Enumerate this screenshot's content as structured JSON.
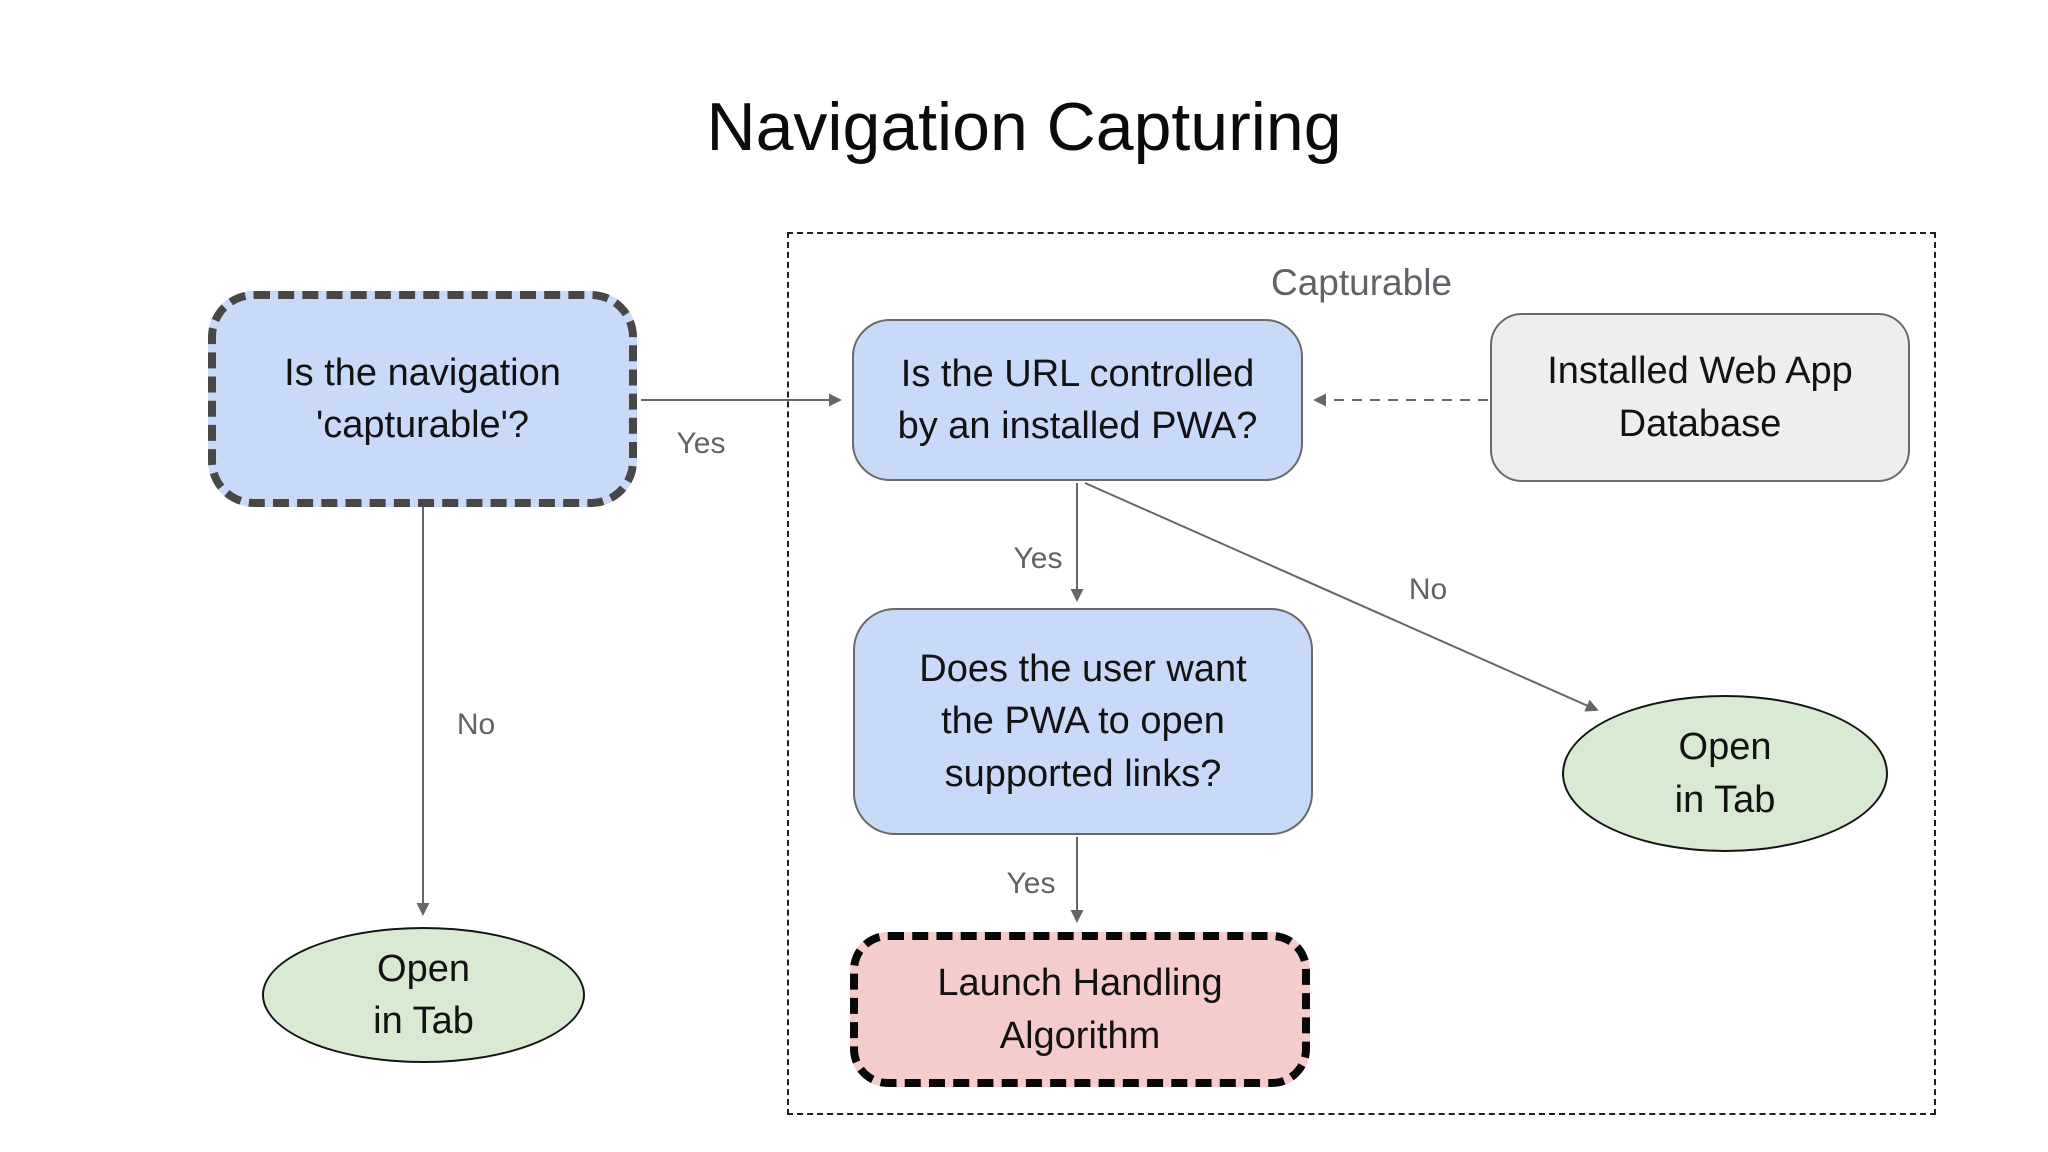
{
  "title": "Navigation Capturing",
  "group": {
    "label": "Capturable"
  },
  "nodes": {
    "navCapturable": {
      "text": "Is the navigation\n'capturable'?"
    },
    "urlControlled": {
      "text": "Is the URL controlled\nby an installed PWA?"
    },
    "installedDb": {
      "text": "Installed Web App\nDatabase"
    },
    "userWant": {
      "text": "Does the user want\nthe PWA to open\nsupported links?"
    },
    "launchHandling": {
      "text": "Launch Handling\nAlgorithm"
    },
    "openInTabRight": {
      "text": "Open\nin Tab"
    },
    "openInTabLeft": {
      "text": "Open\nin Tab"
    }
  },
  "edges": {
    "capturableYes": {
      "label": "Yes"
    },
    "capturableNo": {
      "label": "No"
    },
    "pwaYes": {
      "label": "Yes"
    },
    "pwaNo": {
      "label": "No"
    },
    "linksYes": {
      "label": "Yes"
    }
  },
  "colors": {
    "blue_fill": "#c9daf8",
    "green_fill": "#d9ead3",
    "red_fill": "#f4cccc",
    "gray_fill": "#eeeeee",
    "arrow_gray": "#666666",
    "label_gray": "#5f6368",
    "dash_dark_gray": "#474747",
    "dash_black": "#070707"
  }
}
